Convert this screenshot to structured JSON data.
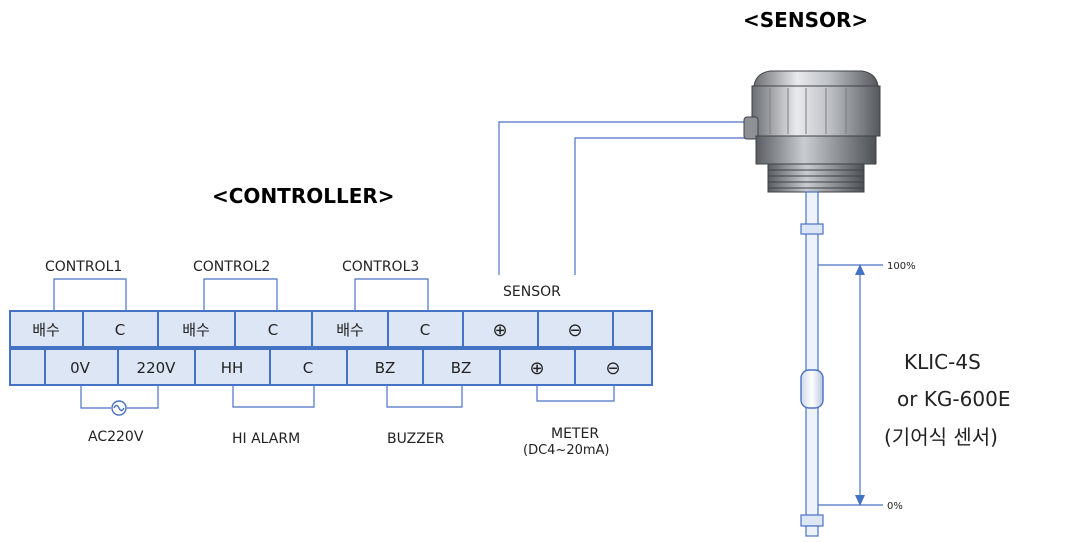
{
  "titles": {
    "sensor": "<SENSOR>",
    "controller": "<CONTROLLER>"
  },
  "groups": {
    "control1": "CONTROL1",
    "control2": "CONTROL2",
    "control3": "CONTROL3",
    "sensor": "SENSOR",
    "ac220v": "AC220V",
    "hi_alarm": "HI ALARM",
    "buzzer": "BUZZER",
    "meter_line1": "METER",
    "meter_line2": "(DC4~20mA)"
  },
  "terminals_top": [
    "배수",
    "C",
    "배수",
    "C",
    "배수",
    "C",
    "⊕",
    "⊖",
    ""
  ],
  "terminals_bottom": [
    "",
    "0V",
    "220V",
    "HH",
    "C",
    "BZ",
    "BZ",
    "⊕",
    "⊖"
  ],
  "level": {
    "high": "100%",
    "low": "0%"
  },
  "model": {
    "line1": "KLIC-4S",
    "line2": "or KG-600E",
    "line3": "(기어식 센서)"
  },
  "colors": {
    "accent": "#4472c4",
    "cell_fill": "#dde6f5",
    "wire": "#4a72c4"
  }
}
